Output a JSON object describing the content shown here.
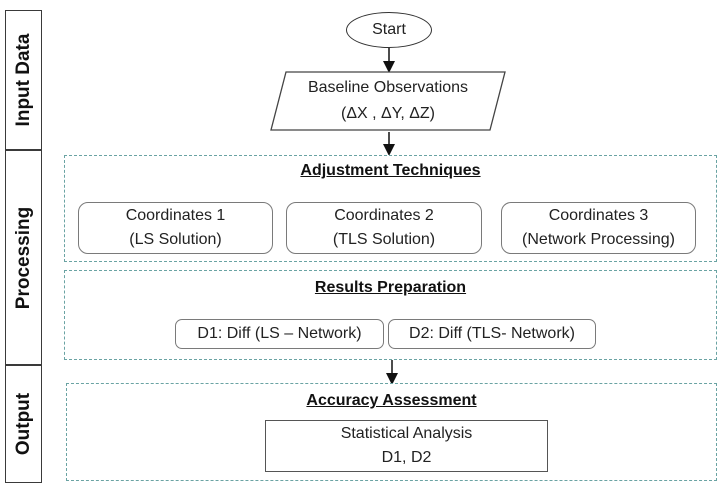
{
  "sections": {
    "input": "Input Data",
    "processing": "Processing",
    "output": "Output"
  },
  "start": "Start",
  "baseline": {
    "line1": "Baseline Observations",
    "line2": "(ΔX , ΔY, ΔZ)"
  },
  "adjustment": {
    "heading": "Adjustment Techniques",
    "boxes": [
      {
        "line1": "Coordinates 1",
        "line2": "(LS Solution)"
      },
      {
        "line1": "Coordinates 2",
        "line2": "(TLS Solution)"
      },
      {
        "line1": "Coordinates 3",
        "line2": "(Network Processing)"
      }
    ]
  },
  "results": {
    "heading": "Results Preparation",
    "d1": "D1: Diff (LS – Network)",
    "d2": "D2: Diff (TLS- Network)"
  },
  "accuracy": {
    "heading": "Accuracy Assessment",
    "line1": "Statistical Analysis",
    "line2": "D1, D2"
  }
}
